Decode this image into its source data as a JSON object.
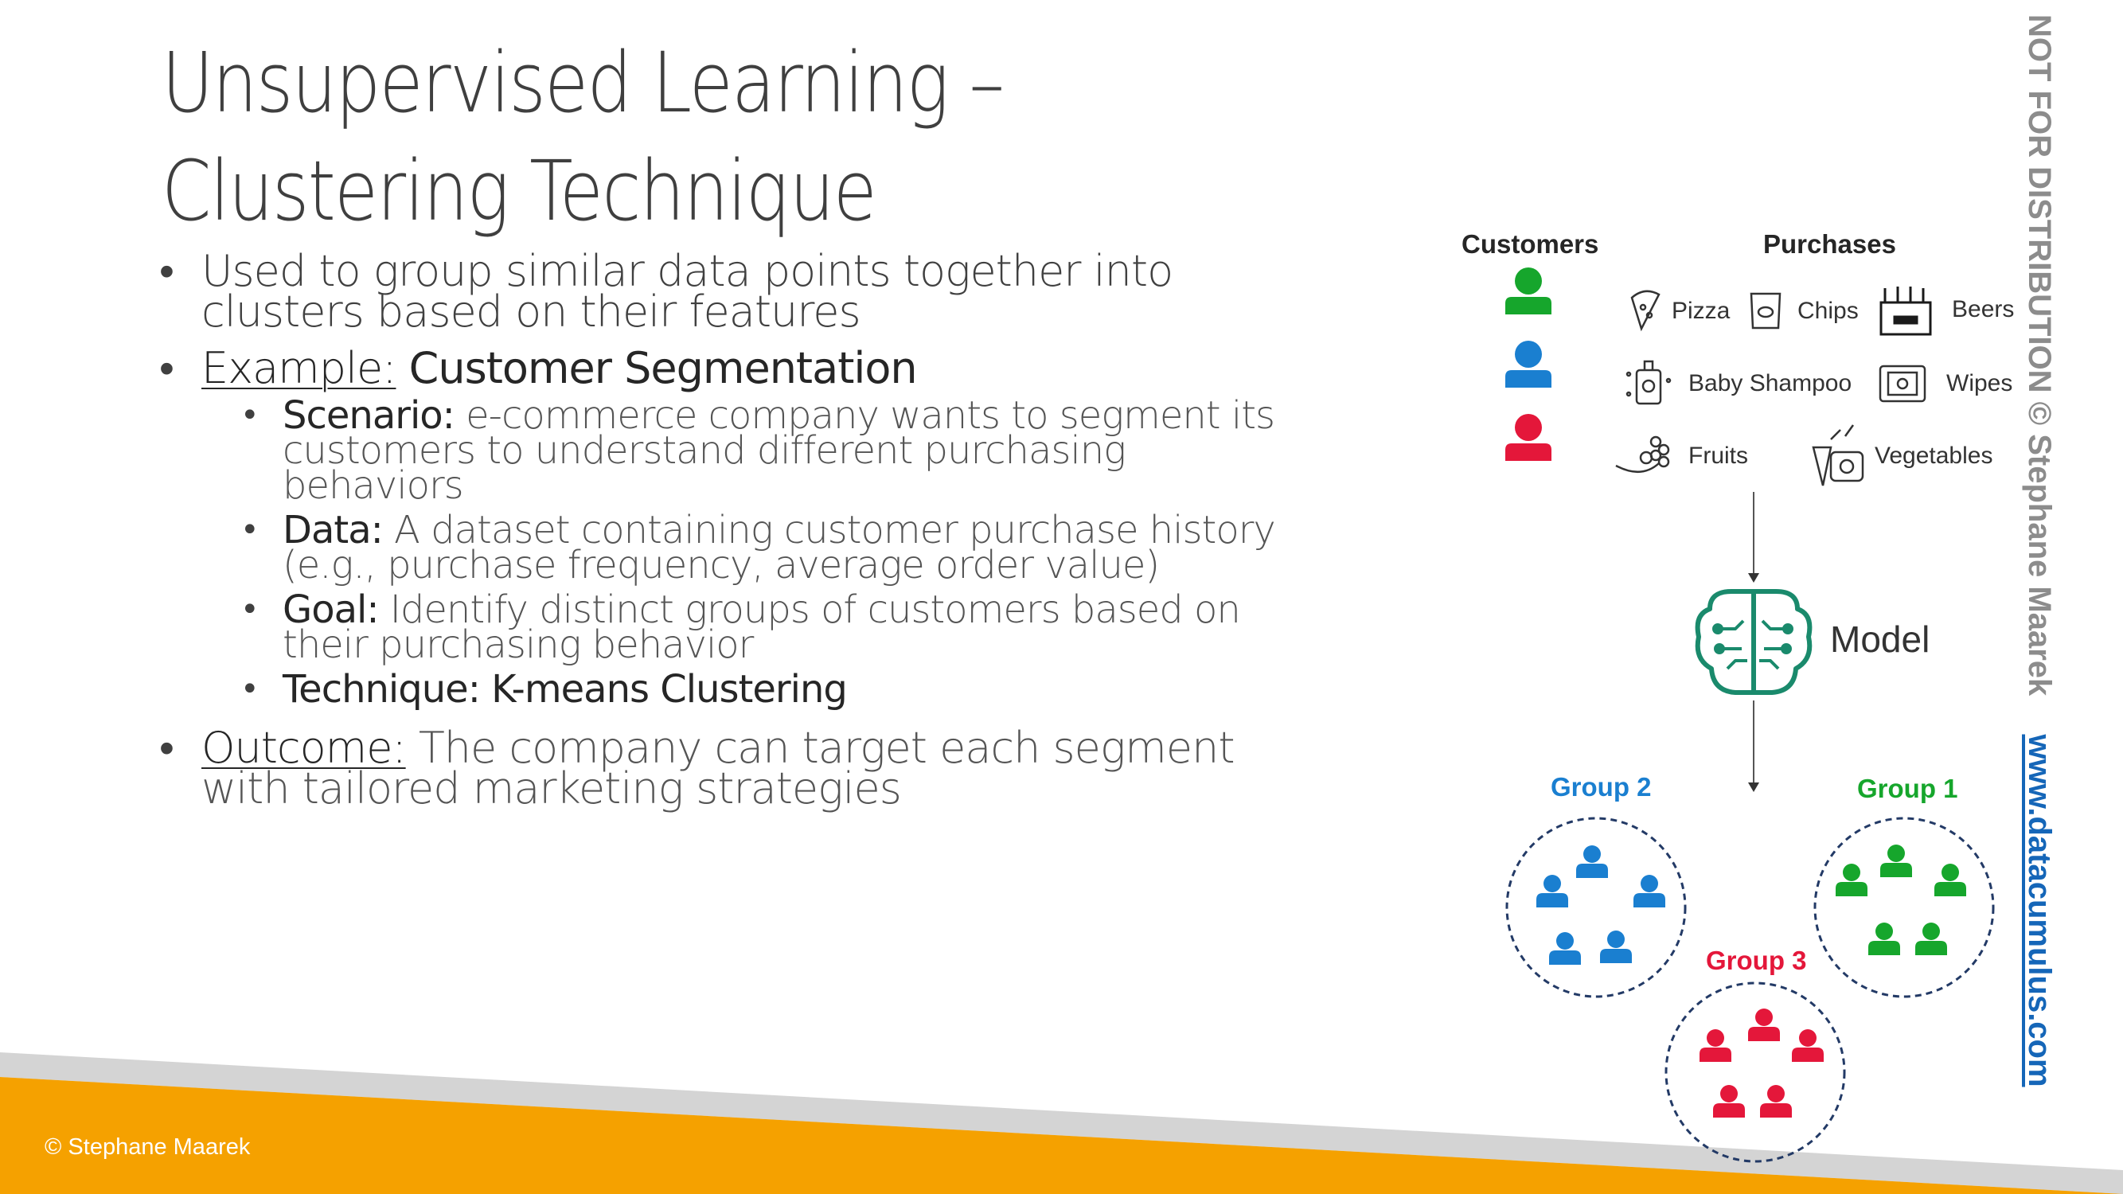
{
  "title": {
    "line1": "Unsupervised Learning –",
    "line2": "Clustering Technique"
  },
  "bullets": {
    "b1": {
      "text": "Used to group similar data points together into clusters based on their features"
    },
    "b2": {
      "label": "Example:",
      "text": " Customer Segmentation"
    },
    "sub": [
      {
        "label": "Scenario:",
        "text": " e-commerce company wants to segment its customers to understand different purchasing behaviors"
      },
      {
        "label": "Data:",
        "text": " A dataset containing customer purchase history (e.g., purchase frequency, average order value)"
      },
      {
        "label": "Goal:",
        "text": " Identify distinct groups of customers based on their purchasing behavior"
      },
      {
        "label": "Technique: K-means Clustering",
        "text": ""
      }
    ],
    "b3": {
      "label": "Outcome:",
      "text": " The company can target each segment with tailored marketing strategies"
    }
  },
  "diagram": {
    "customers_header": "Customers",
    "purchases_header": "Purchases",
    "items": [
      "Pizza",
      "Chips",
      "Beers",
      "Baby Shampoo",
      "Wipes",
      "Fruits",
      "Vegetables"
    ],
    "model_label": "Model",
    "groups": [
      {
        "label": "Group 2",
        "color": "#1a7fd0"
      },
      {
        "label": "Group 1",
        "color": "#16a62c"
      },
      {
        "label": "Group 3",
        "color": "#e4173a"
      }
    ],
    "icons": [
      "pizza-icon",
      "chips-icon",
      "beers-icon",
      "baby-shampoo-icon",
      "wipes-icon",
      "fruits-icon",
      "vegetables-icon",
      "brain-chip-icon",
      "person-icon"
    ]
  },
  "footer": {
    "copyright": "© Stephane Maarek"
  },
  "side": {
    "notice": "NOT FOR DISTRIBUTION © Stephane Maarek",
    "url": "www.datacumulus.com"
  },
  "colors": {
    "accent_orange": "#f5a100",
    "gray_band": "#d4d4d4",
    "model_teal": "#1a8a6c",
    "dashed_circle": "#233a66"
  }
}
